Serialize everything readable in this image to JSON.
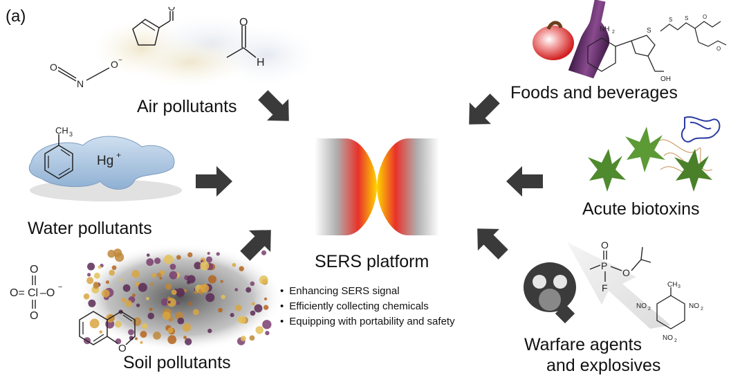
{
  "panel_label": "(a)",
  "center": {
    "title": "SERS platform",
    "bullets": [
      "Enhancing SERS signal",
      "Efficiently collecting chemicals",
      "Equipping with portability and safety"
    ]
  },
  "sources": {
    "air": {
      "label": "Air pollutants"
    },
    "water": {
      "label": "Water pollutants",
      "ion": "Hg",
      "ion_charge": "+"
    },
    "soil": {
      "label": "Soil pollutants"
    },
    "food": {
      "label": "Foods and beverages"
    },
    "biotoxins": {
      "label": "Acute biotoxins"
    },
    "warfare": {
      "label_line1": "Warfare agents",
      "label_line2": "and explosives"
    }
  },
  "chem_labels": {
    "nitrite_O1": "O",
    "nitrite_N": "N",
    "nitrite_O2": "O",
    "aldehyde_O": "O",
    "aldehyde_H": "H",
    "toluene_CH3": "CH",
    "perchlorate_Cl": "Cl",
    "chromene_O": "O",
    "sarin_O": "O",
    "sarin_P": "P",
    "sarin_F": "F",
    "sarin_O2": "O",
    "tnt_CH3": "CH",
    "tnt_NO2": "NO",
    "thiamine_NH2": "NH",
    "thiamine_OH": "OH"
  },
  "colors": {
    "arrow": "#3a3a3a",
    "sers_core": "#ffd400",
    "sers_mid": "#e8322a",
    "water": "#a9c3dc",
    "plant": "#4f8a2e",
    "protein": "#2a3aa0"
  }
}
